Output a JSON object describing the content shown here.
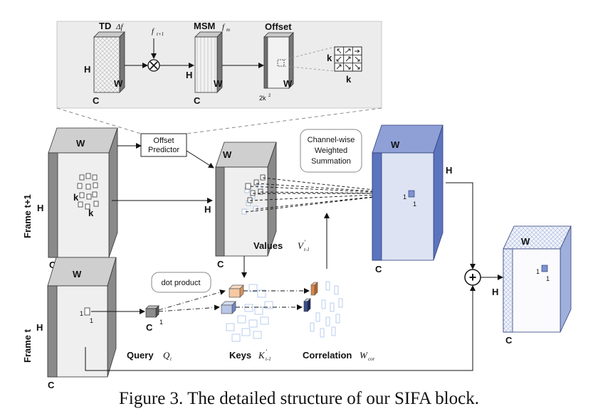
{
  "zoom": {
    "td_label": "TD",
    "td_sym": "Δf",
    "f_sym": "f",
    "f_sub": "t+1",
    "msm_label": "MSM",
    "msm_sym": "f",
    "msm_sub": "m",
    "offset_label": "Offset",
    "dim_h": "H",
    "dim_w": "W",
    "dim_c": "C",
    "dim_2k": "2k",
    "dim_2k_sup": "2",
    "grid_k": "k"
  },
  "offset_predictor": {
    "line1": "Offset",
    "line2": "Predictor"
  },
  "frame_t1": {
    "label": "Frame t+1",
    "h": "H",
    "w": "W",
    "c": "C",
    "k": "k"
  },
  "frame_t": {
    "label": "Frame t",
    "h": "H",
    "w": "W",
    "c": "C",
    "one_a": "1",
    "one_b": "1"
  },
  "values": {
    "label": "Values",
    "sym": "V",
    "sup": "'",
    "sub": "t-1",
    "h": "H",
    "w": "W",
    "c": "C"
  },
  "channel_box": {
    "line1": "Channel-wise",
    "line2": "Weighted",
    "line3": "Summation"
  },
  "output1": {
    "h": "H",
    "w": "W",
    "c": "C",
    "one_a": "1",
    "one_b": "1"
  },
  "dot_product": {
    "label": "dot product"
  },
  "query": {
    "label": "Query",
    "sym": "Q",
    "sub": "t",
    "c": "C",
    "one": "1"
  },
  "keys": {
    "label": "Keys",
    "sym": "K",
    "sup": "'",
    "sub": "t-1"
  },
  "correlation": {
    "label": "Correlation",
    "sym": "W",
    "sub": "cor"
  },
  "plus": {
    "symbol": "+"
  },
  "output2": {
    "h": "H",
    "w": "W",
    "c": "C",
    "one_a": "1",
    "one_b": "1"
  },
  "caption": "Figure 3. The detailed structure of our SIFA block.",
  "colors": {
    "panel_bg": "#ececec",
    "box_face": "#efefef",
    "box_side": "#8a8a8a",
    "blue_face": "#dde3f3",
    "blue_side": "#5b74be",
    "blue_top": "#8ea0d6",
    "key_orange": "#f6c9a3",
    "key_blue": "#b8c6e6",
    "ghost": "#a9c2e8"
  }
}
